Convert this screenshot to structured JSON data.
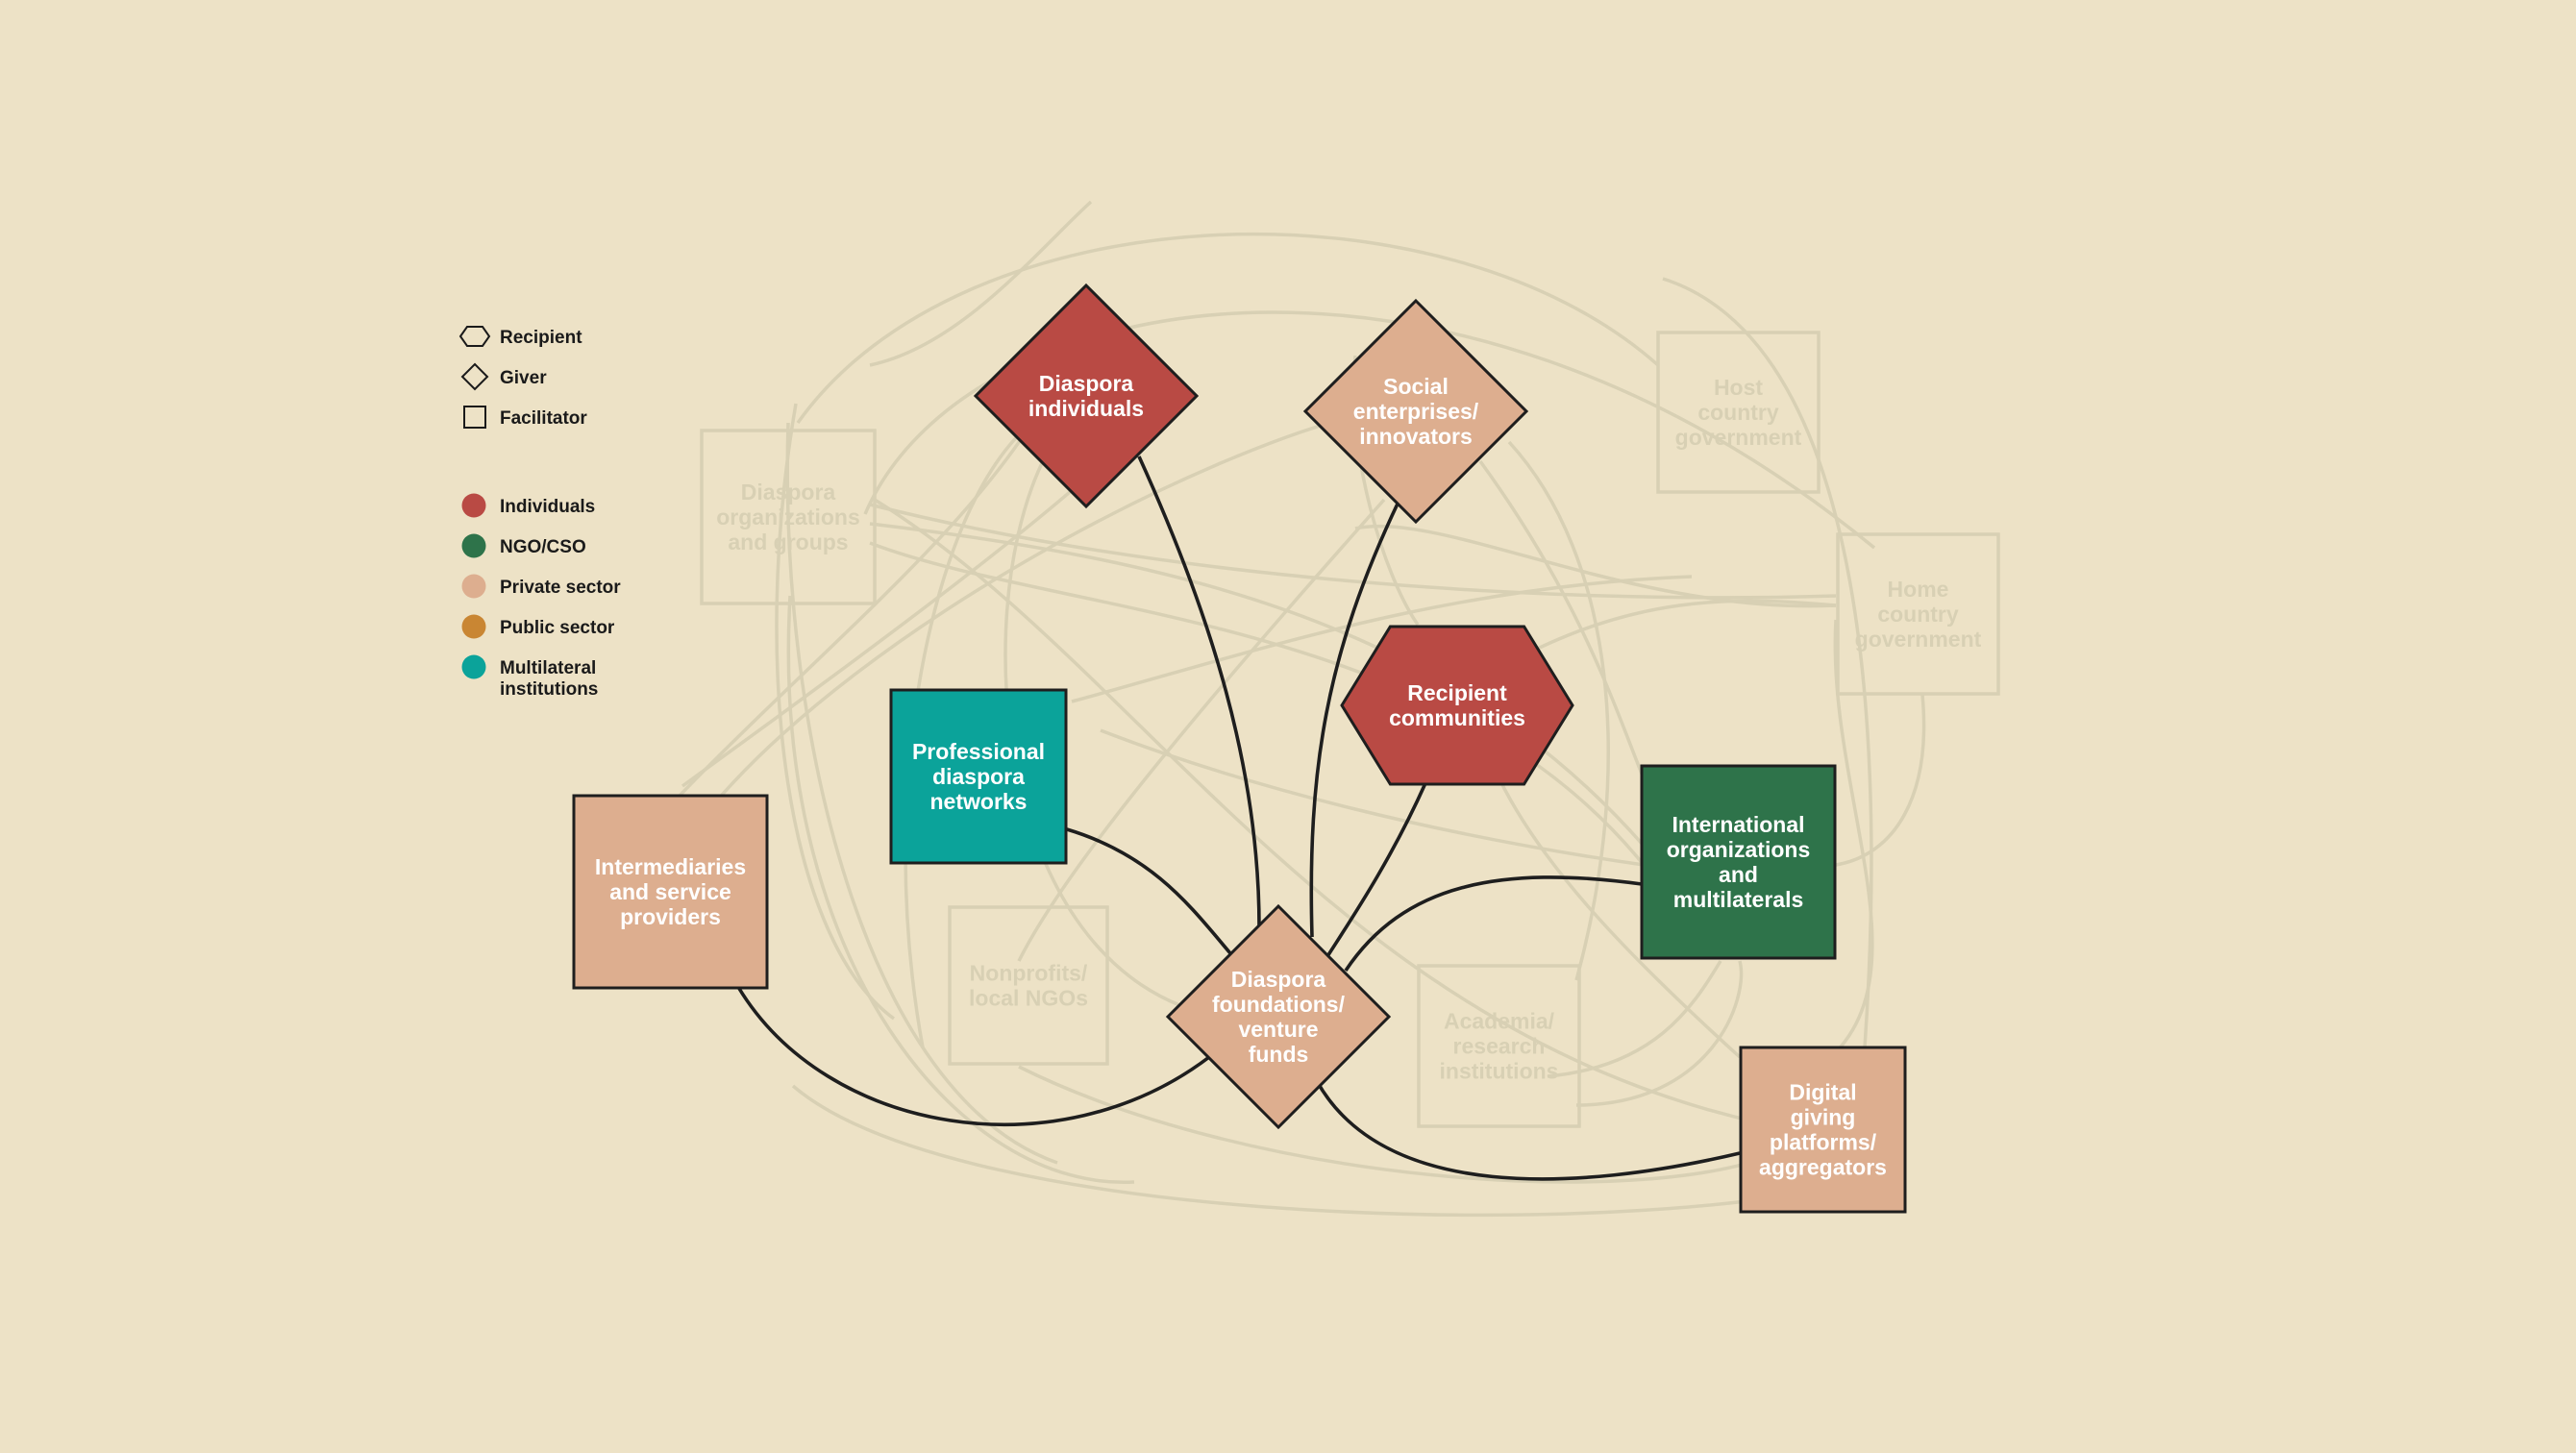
{
  "legend": {
    "shapes": [
      {
        "shape": "hexagon",
        "label": "Recipient",
        "icon": "hexagon-icon"
      },
      {
        "shape": "diamond",
        "label": "Giver",
        "icon": "diamond-icon"
      },
      {
        "shape": "square",
        "label": "Facilitator",
        "icon": "square-icon"
      }
    ],
    "sectors": [
      {
        "label": [
          "Individuals"
        ],
        "color": "#b94a44"
      },
      {
        "label": [
          "NGO/CSO"
        ],
        "color": "#2e734a"
      },
      {
        "label": [
          "Private sector"
        ],
        "color": "#ddae8f"
      },
      {
        "label": [
          "Public sector"
        ],
        "color": "#c98633"
      },
      {
        "label": [
          "Multilateral",
          "institutions"
        ],
        "color": "#0ba39a"
      }
    ]
  },
  "colors": {
    "background": "#ede2c6",
    "faded_line": "#d8d0b4",
    "faded_text": "#d8d0b4",
    "active_line": "#1e1e1e"
  },
  "nodes": [
    {
      "id": "diaspora-orgs",
      "lines": [
        "Diaspora",
        "organizations",
        "and groups"
      ],
      "shape": "square",
      "sector": "Private sector",
      "active": false
    },
    {
      "id": "diaspora-individuals",
      "lines": [
        "Diaspora",
        "individuals"
      ],
      "shape": "diamond",
      "sector": "Individuals",
      "active": true
    },
    {
      "id": "social-enterprises",
      "lines": [
        "Social",
        "enterprises/",
        "innovators"
      ],
      "shape": "diamond",
      "sector": "Private sector",
      "active": true
    },
    {
      "id": "host-government",
      "lines": [
        "Host",
        "country",
        "government"
      ],
      "shape": "square",
      "sector": "Public sector",
      "active": false
    },
    {
      "id": "home-government",
      "lines": [
        "Home",
        "country",
        "government"
      ],
      "shape": "square",
      "sector": "Public sector",
      "active": false
    },
    {
      "id": "recipient-communities",
      "lines": [
        "Recipient",
        "communities"
      ],
      "shape": "hexagon",
      "sector": "Individuals",
      "active": true
    },
    {
      "id": "professional-networks",
      "lines": [
        "Professional",
        "diaspora",
        "networks"
      ],
      "shape": "square",
      "sector": "Multilateral institutions",
      "active": true
    },
    {
      "id": "international-orgs",
      "lines": [
        "International",
        "organizations",
        "and",
        "multilaterals"
      ],
      "shape": "square",
      "sector": "NGO/CSO",
      "active": true
    },
    {
      "id": "intermediaries",
      "lines": [
        "Intermediaries",
        "and service",
        "providers"
      ],
      "shape": "square",
      "sector": "Private sector",
      "active": true
    },
    {
      "id": "nonprofits",
      "lines": [
        "Nonprofits/",
        "local NGOs"
      ],
      "shape": "square",
      "sector": "NGO/CSO",
      "active": false
    },
    {
      "id": "diaspora-foundations",
      "lines": [
        "Diaspora",
        "foundations/",
        "venture",
        "funds"
      ],
      "shape": "diamond",
      "sector": "Private sector",
      "active": true
    },
    {
      "id": "academia",
      "lines": [
        "Academia/",
        "research",
        "institutions"
      ],
      "shape": "square",
      "sector": "Public sector",
      "active": false
    },
    {
      "id": "digital-platforms",
      "lines": [
        "Digital",
        "giving",
        "platforms/",
        "aggregators"
      ],
      "shape": "square",
      "sector": "Private sector",
      "active": true
    }
  ]
}
